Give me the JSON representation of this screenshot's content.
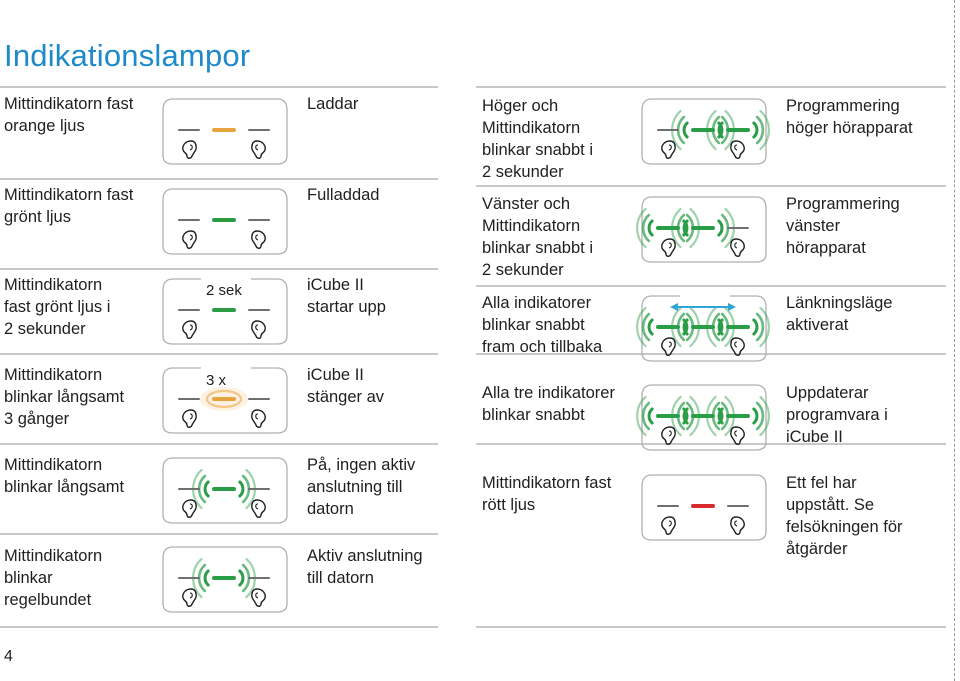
{
  "page": {
    "title": "Indikationslampor",
    "page_number": "4"
  },
  "colors": {
    "title": "#1f8ac9",
    "orange": "#e8a33d",
    "green": "#2a9d47",
    "red": "#d92b2b",
    "blue": "#31a5d8",
    "dash": "#6f6f6f",
    "body": "#b0b0b0",
    "rule": "#c8c8c8"
  },
  "left_rows": [
    {
      "description": "Mittindikatorn fast\norange ljus",
      "meaning": "Laddar"
    },
    {
      "description": "Mittindikatorn fast\ngrönt ljus",
      "meaning": "Fulladdad"
    },
    {
      "description": "Mittindikatorn\nfast grönt ljus i\n2 sekunder",
      "meaning": "iCube II\nstartar upp",
      "note": "2 sek"
    },
    {
      "description": "Mittindikatorn\nblinkar långsamt\n3 gånger",
      "meaning": "iCube II\nstänger av",
      "note": "3 x"
    },
    {
      "description": "Mittindikatorn\nblinkar långsamt",
      "meaning": "På, ingen aktiv\nanslutning till\ndatorn"
    },
    {
      "description": "Mittindikatorn\nblinkar\nregelbundet",
      "meaning": "Aktiv anslutning\ntill datorn"
    }
  ],
  "right_rows": [
    {
      "description": "Höger och\nMittindikatorn\nblinkar snabbt i\n2 sekunder",
      "meaning": "Programmering\nhöger hörapparat"
    },
    {
      "description": "Vänster och\nMittindikatorn\nblinkar snabbt i\n2 sekunder",
      "meaning": "Programmering\nvänster\nhörapparat"
    },
    {
      "description": "Alla indikatorer\nblinkar snabbt\nfram och tillbaka",
      "meaning": "Länkningsläge\naktiverat"
    },
    {
      "description": "Alla tre indikatorer\nblinkar snabbt",
      "meaning": "Uppdaterar\nprogramvara i\niCube II"
    },
    {
      "description": "Mittindikatorn fast\nrött ljus",
      "meaning": "Ett fel har\nuppstått. Se\nfelsökningen för\nåtgärder"
    }
  ],
  "devices": [
    {
      "lights": [
        "off",
        "orange",
        "off"
      ],
      "waves": []
    },
    {
      "lights": [
        "off",
        "green",
        "off"
      ],
      "waves": []
    },
    {
      "lights": [
        "off",
        "green",
        "off"
      ],
      "waves": [],
      "open_top": true
    },
    {
      "lights": [
        "off",
        "orange",
        "off"
      ],
      "waves": [
        "orange-glow"
      ],
      "open_top": true
    },
    {
      "lights": [
        "off",
        "green",
        "off"
      ],
      "waves": [
        "center"
      ]
    },
    {
      "lights": [
        "off",
        "green",
        "off"
      ],
      "waves": [
        "center"
      ]
    },
    {
      "lights": [
        "off",
        "green",
        "green"
      ],
      "waves": [
        "center",
        "right"
      ]
    },
    {
      "lights": [
        "green",
        "green",
        "off"
      ],
      "waves": [
        "left",
        "center"
      ]
    },
    {
      "lights": [
        "green",
        "green",
        "green"
      ],
      "waves": [
        "left",
        "center",
        "right"
      ],
      "arrow": true,
      "open_top": true
    },
    {
      "lights": [
        "green",
        "green",
        "green"
      ],
      "waves": [
        "left",
        "center",
        "right"
      ]
    },
    {
      "lights": [
        "off",
        "red",
        "off"
      ],
      "waves": []
    }
  ]
}
